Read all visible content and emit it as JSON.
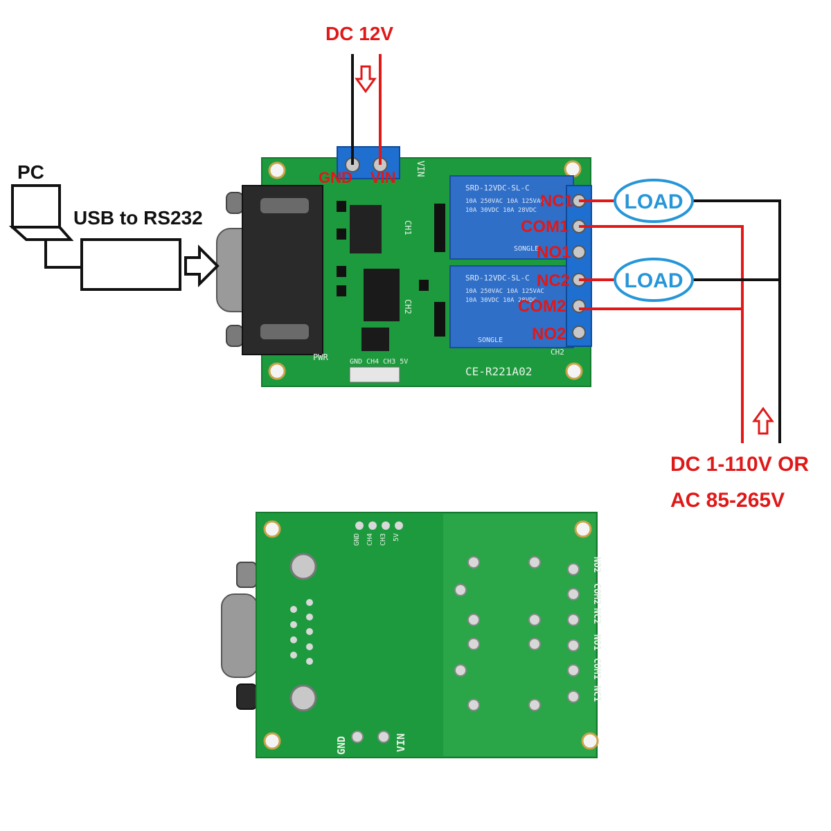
{
  "power": {
    "label": "DC 12V",
    "gnd": "GND",
    "vin": "VIN",
    "vin_silk": "VIN"
  },
  "host": {
    "pc_label": "PC",
    "adapter_label": "USB to RS232"
  },
  "relay_terminals": [
    "NC1",
    "COM1",
    "NO1",
    "NC2",
    "COM2",
    "NO2"
  ],
  "loads": [
    "LOAD",
    "LOAD"
  ],
  "supply": {
    "line1": "DC 1-110V OR",
    "line2": "AC 85-265V"
  },
  "board": {
    "model": "CE-R221A02",
    "relay_marking_1": "SRD-12VDC-SL-C",
    "relay_marking_2": "SRD-12VDC-SL-C",
    "relay_rating_a": "10A 250VAC  10A 125VAC",
    "relay_rating_b": "10A 30VDC  10A 28VDC",
    "relay_brand": "SONGLE",
    "ch1": "CH1",
    "ch2": "CH2",
    "ch2_b": "CH2",
    "pwr": "PWR",
    "header_labels": "GND CH4 CH3 5V"
  },
  "board_back": {
    "header_labels": [
      "GND",
      "CH4",
      "CH3",
      "5V"
    ],
    "terminal_labels": [
      "NO2",
      "COM2",
      "NC2",
      "NO1",
      "COM1",
      "NC1"
    ],
    "gnd": "GND",
    "vin": "VIN"
  },
  "colors": {
    "pcb": "#1e9a3e",
    "pcb_dark": "#147a2e",
    "wire_red": "#e01818",
    "wire_black": "#111111",
    "terminal_blue": "#1f6fd0",
    "relay_blue": "#2f6fc8",
    "load_blue": "#2596d8"
  }
}
